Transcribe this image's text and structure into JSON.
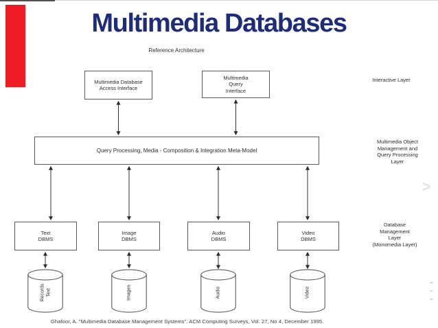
{
  "slide": {
    "title": "Multimedia Databases",
    "title_color": "#1f2d78",
    "accent_color": "#ee1c25",
    "subtitle": "Reference Architecture",
    "citation": "Ghafoor, A. \"Multimedia Database Management Systems\". ACM Computing Surveys, Vol. 27, No 4, December 1995."
  },
  "diagram": {
    "ink_color": "#2e2e2e",
    "boxes": {
      "access": {
        "lines": [
          "Multimedia Database",
          "Access Interface"
        ]
      },
      "query": {
        "lines": [
          "Multimedia",
          "Query",
          "Interface"
        ]
      },
      "meta": {
        "label": "Query Processing, Media - Composition & Integration Meta-Model"
      },
      "text_dbms": {
        "lines": [
          "Text",
          "DBMS"
        ]
      },
      "image_dbms": {
        "lines": [
          "Image",
          "DBMS"
        ]
      },
      "audio_dbms": {
        "lines": [
          "Audio",
          "DBMS"
        ]
      },
      "video_dbms": {
        "lines": [
          "Video",
          "DBMS"
        ]
      }
    },
    "layer_labels": {
      "interactive": {
        "lines": [
          "Interactive Layer"
        ]
      },
      "object_mgmt": {
        "lines": [
          "Multimedia Object",
          "Management and",
          "Query Processing",
          "Layer"
        ]
      },
      "db_mgmt": {
        "lines": [
          "Database",
          "Management",
          "Layer",
          "(Monomedia Layer)"
        ]
      }
    },
    "stores": {
      "records": {
        "lines": [
          "Records",
          "Text"
        ]
      },
      "images": {
        "lines": [
          "Images"
        ]
      },
      "audio": {
        "lines": [
          "Audio"
        ]
      },
      "video": {
        "lines": [
          "Video"
        ]
      }
    }
  },
  "viewer": {
    "next_chevron": ">"
  }
}
